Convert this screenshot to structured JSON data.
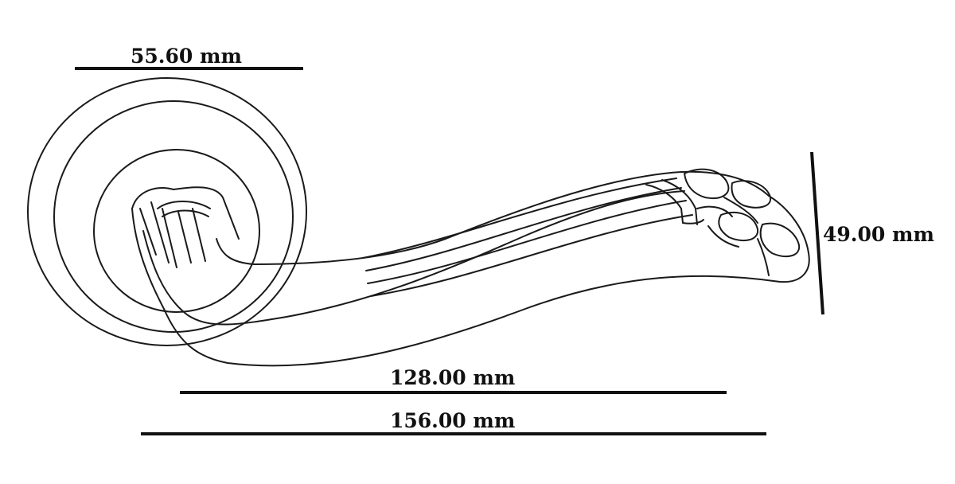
{
  "dimensions": {
    "rosette_diameter": "55.60 mm",
    "handle_length": "128.00 mm",
    "overall_length": "156.00 mm",
    "handle_height": "49.00 mm"
  },
  "colors": {
    "line": "#111111",
    "background": "#ffffff"
  }
}
